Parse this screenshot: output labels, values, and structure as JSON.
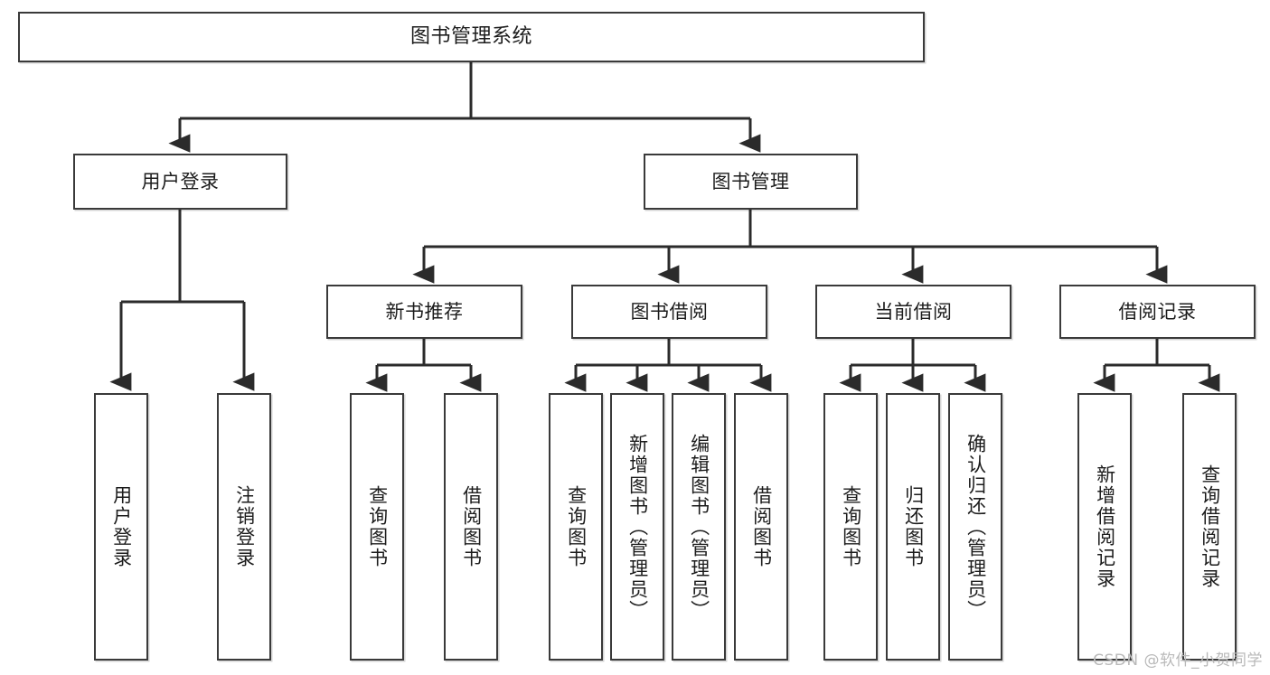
{
  "diagram": {
    "type": "tree",
    "title": "图书管理系统",
    "orientation": "top-down",
    "colors": {
      "node_border": "#3a3a3a",
      "node_fill": "#ffffff",
      "edge": "#2b2b2b",
      "text": "#1c1c1c",
      "watermark": "#b9b9b9",
      "background": "#ffffff"
    },
    "root": {
      "label": "图书管理系统"
    },
    "level2": [
      {
        "label": "用户登录"
      },
      {
        "label": "图书管理"
      }
    ],
    "level3": [
      {
        "label": "新书推荐"
      },
      {
        "label": "图书借阅"
      },
      {
        "label": "当前借阅"
      },
      {
        "label": "借阅记录"
      }
    ],
    "leaves_user_login": [
      {
        "label": "用户登录"
      },
      {
        "label": "注销登录"
      }
    ],
    "leaves_new_book": [
      {
        "label": "查询图书"
      },
      {
        "label": "借阅图书"
      }
    ],
    "leaves_borrow": [
      {
        "label": "查询图书"
      },
      {
        "label": "新增图书（管理员）"
      },
      {
        "label": "编辑图书（管理员）"
      },
      {
        "label": "借阅图书"
      }
    ],
    "leaves_current": [
      {
        "label": "查询图书"
      },
      {
        "label": "归还图书"
      },
      {
        "label": "确认归还（管理员）"
      }
    ],
    "leaves_records": [
      {
        "label": "新增借阅记录"
      },
      {
        "label": "查询借阅记录"
      }
    ]
  },
  "watermark": {
    "text": "CSDN @软件_小贺同学"
  }
}
